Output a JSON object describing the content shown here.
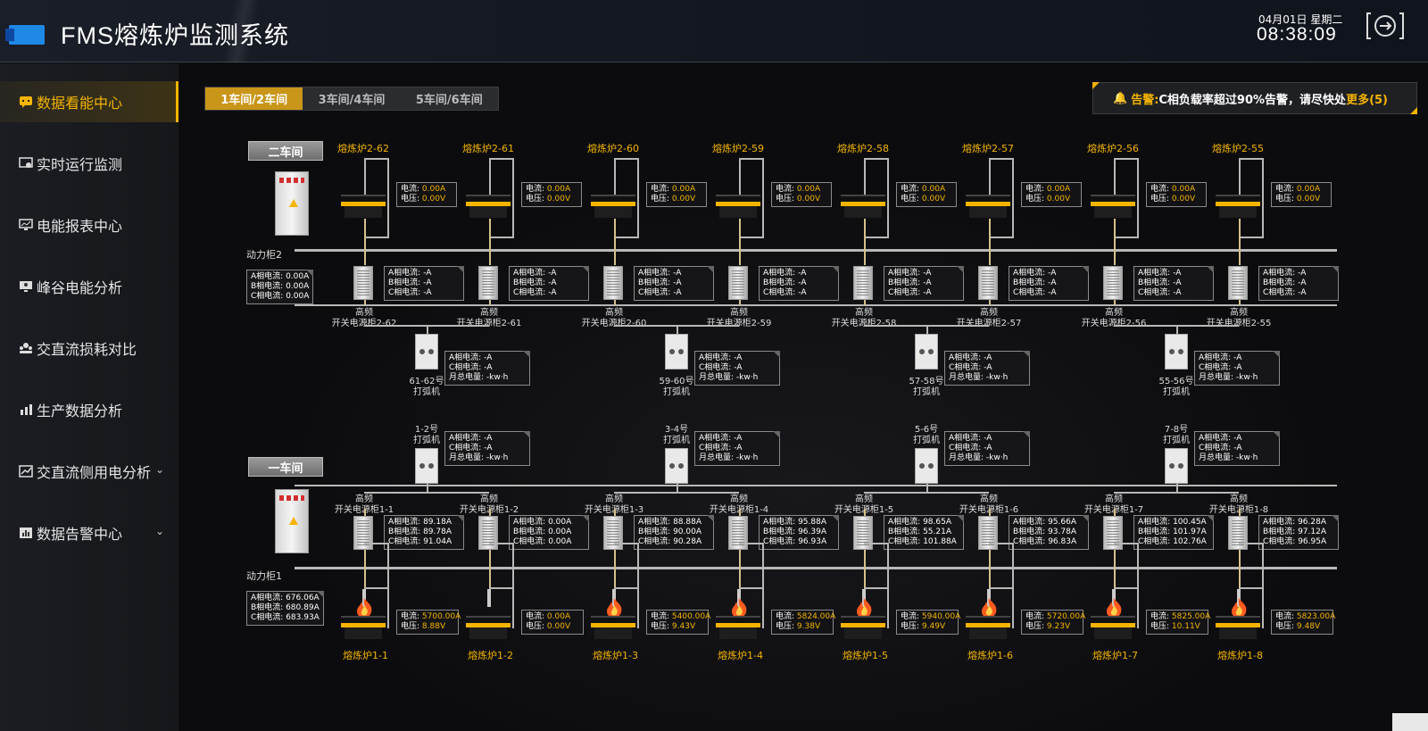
{
  "header": {
    "title": "FMS熔炼炉监测系统",
    "date": "04月01日 星期二",
    "time": "08:38:09"
  },
  "sidebar": {
    "items": [
      {
        "label": "数据看能中心",
        "icon": "chat-icon",
        "active": true
      },
      {
        "label": "实时运行监测",
        "icon": "monitor-gauge-icon"
      },
      {
        "label": "电能报表中心",
        "icon": "monitor-chart-icon"
      },
      {
        "label": "峰谷电能分析",
        "icon": "monitor-user-icon"
      },
      {
        "label": "交直流损耗对比",
        "icon": "users-icon"
      },
      {
        "label": "生产数据分析",
        "icon": "bar-chart-icon"
      },
      {
        "label": "交直流侧用电分析",
        "icon": "line-chart-icon",
        "expandable": true
      },
      {
        "label": "数据告警中心",
        "icon": "alarm-chart-icon",
        "expandable": true
      }
    ]
  },
  "tabs": [
    "1车间/2车间",
    "3车间/4车间",
    "5车间/6车间"
  ],
  "alert": {
    "label": "告警:",
    "message": "C相负载率超过90%告警，请尽快处",
    "more": "更多(5)"
  },
  "workshop2": {
    "name": "二车间",
    "cabinet": "动力柜2",
    "cabinet_readings": {
      "a_label": "A相电流: ",
      "a": "0.00A",
      "b_label": "B相电流: ",
      "b": "0.00A",
      "c_label": "C相电流: ",
      "c": "0.00A"
    },
    "furnaces": [
      {
        "name": "熔炼炉2-62",
        "current_label": "电流: ",
        "current": "0.00A",
        "voltage_label": "电压: ",
        "voltage": "0.00V",
        "cab_line1": "高频",
        "cab_line2": "开关电源柜2-62"
      },
      {
        "name": "熔炼炉2-61",
        "current_label": "电流: ",
        "current": "0.00A",
        "voltage_label": "电压: ",
        "voltage": "0.00V",
        "cab_line1": "高频",
        "cab_line2": "开关电源柜2-61"
      },
      {
        "name": "熔炼炉2-60",
        "current_label": "电流: ",
        "current": "0.00A",
        "voltage_label": "电压: ",
        "voltage": "0.00V",
        "cab_line1": "高频",
        "cab_line2": "开关电源柜2-60"
      },
      {
        "name": "熔炼炉2-59",
        "current_label": "电流: ",
        "current": "0.00A",
        "voltage_label": "电压: ",
        "voltage": "0.00V",
        "cab_line1": "高频",
        "cab_line2": "开关电源柜2-59"
      },
      {
        "name": "熔炼炉2-58",
        "current_label": "电流: ",
        "current": "0.00A",
        "voltage_label": "电压: ",
        "voltage": "0.00V",
        "cab_line1": "高频",
        "cab_line2": "开关电源柜2-58"
      },
      {
        "name": "熔炼炉2-57",
        "current_label": "电流: ",
        "current": "0.00A",
        "voltage_label": "电压: ",
        "voltage": "0.00V",
        "cab_line1": "高频",
        "cab_line2": "开关电源柜2-57"
      },
      {
        "name": "熔炼炉2-56",
        "current_label": "电流: ",
        "current": "0.00A",
        "voltage_label": "电压: ",
        "voltage": "0.00V",
        "cab_line1": "高频",
        "cab_line2": "开关电源柜2-56"
      },
      {
        "name": "熔炼炉2-55",
        "current_label": "电流: ",
        "current": "0.00A",
        "voltage_label": "电压: ",
        "voltage": "0.00V",
        "cab_line1": "高频",
        "cab_line2": "开关电源柜2-55"
      }
    ],
    "phase_boxes": [
      {
        "a_label": "A相电流: ",
        "a": "-A",
        "b_label": "B相电流: ",
        "b": "-A",
        "c_label": "C相电流: ",
        "c": "-A"
      },
      {
        "a_label": "A相电流: ",
        "a": "-A",
        "b_label": "B相电流: ",
        "b": "-A",
        "c_label": "C相电流: ",
        "c": "-A"
      },
      {
        "a_label": "A相电流: ",
        "a": "-A",
        "b_label": "B相电流: ",
        "b": "-A",
        "c_label": "C相电流: ",
        "c": "-A"
      },
      {
        "a_label": "A相电流: ",
        "a": "-A",
        "b_label": "B相电流: ",
        "b": "-A",
        "c_label": "C相电流: ",
        "c": "-A"
      },
      {
        "a_label": "A相电流: ",
        "a": "-A",
        "b_label": "B相电流: ",
        "b": "-A",
        "c_label": "C相电流: ",
        "c": "-A"
      },
      {
        "a_label": "A相电流: ",
        "a": "-A",
        "b_label": "B相电流: ",
        "b": "-A",
        "c_label": "C相电流: ",
        "c": "-A"
      },
      {
        "a_label": "A相电流: ",
        "a": "-A",
        "b_label": "B相电流: ",
        "b": "-A",
        "c_label": "C相电流: ",
        "c": "-A"
      },
      {
        "a_label": "A相电流: ",
        "a": "-A",
        "b_label": "B相电流: ",
        "b": "-A",
        "c_label": "C相电流: ",
        "c": "-A"
      }
    ],
    "arc_welders": [
      {
        "line1": "61-62号",
        "line2": "打弧机",
        "a_label": "A相电流: ",
        "a": "-A",
        "c_label": "C相电流: ",
        "c": "-A",
        "e_label": "月总电量: ",
        "e": "-kw·h"
      },
      {
        "line1": "59-60号",
        "line2": "打弧机",
        "a_label": "A相电流: ",
        "a": "-A",
        "c_label": "C相电流: ",
        "c": "-A",
        "e_label": "月总电量: ",
        "e": "-kw·h"
      },
      {
        "line1": "57-58号",
        "line2": "打弧机",
        "a_label": "A相电流: ",
        "a": "-A",
        "c_label": "C相电流: ",
        "c": "-A",
        "e_label": "月总电量: ",
        "e": "-kw·h"
      },
      {
        "line1": "55-56号",
        "line2": "打弧机",
        "a_label": "A相电流: ",
        "a": "-A",
        "c_label": "C相电流: ",
        "c": "-A",
        "e_label": "月总电量: ",
        "e": "-kw·h"
      }
    ]
  },
  "workshop1": {
    "name": "一车间",
    "cabinet": "动力柜1",
    "cabinet_readings": {
      "a_label": "A相电流: ",
      "a": "676.06A",
      "b_label": "B相电流: ",
      "b": "680.89A",
      "c_label": "C相电流: ",
      "c": "683.93A"
    },
    "arc_welders": [
      {
        "line1": "1-2号",
        "line2": "打弧机",
        "a_label": "A相电流: ",
        "a": "-A",
        "c_label": "C相电流: ",
        "c": "-A",
        "e_label": "月总电量: ",
        "e": "-kw·h"
      },
      {
        "line1": "3-4号",
        "line2": "打弧机",
        "a_label": "A相电流: ",
        "a": "-A",
        "c_label": "C相电流: ",
        "c": "-A",
        "e_label": "月总电量: ",
        "e": "-kw·h"
      },
      {
        "line1": "5-6号",
        "line2": "打弧机",
        "a_label": "A相电流: ",
        "a": "-A",
        "c_label": "C相电流: ",
        "c": "-A",
        "e_label": "月总电量: ",
        "e": "-kw·h"
      },
      {
        "line1": "7-8号",
        "line2": "打弧机",
        "a_label": "A相电流: ",
        "a": "-A",
        "c_label": "C相电流: ",
        "c": "-A",
        "e_label": "月总电量: ",
        "e": "-kw·h"
      }
    ],
    "phase_boxes": [
      {
        "cab_line1": "高频",
        "cab_line2": "开关电源柜1-1",
        "a_label": "A相电流: ",
        "a": "89.18A",
        "b_label": "B相电流: ",
        "b": "89.78A",
        "c_label": "C相电流: ",
        "c": "91.04A"
      },
      {
        "cab_line1": "高频",
        "cab_line2": "开关电源柜1-2",
        "a_label": "A相电流: ",
        "a": "0.00A",
        "b_label": "B相电流: ",
        "b": "0.00A",
        "c_label": "C相电流: ",
        "c": "0.00A"
      },
      {
        "cab_line1": "高频",
        "cab_line2": "开关电源柜1-3",
        "a_label": "A相电流: ",
        "a": "88.88A",
        "b_label": "B相电流: ",
        "b": "90.00A",
        "c_label": "C相电流: ",
        "c": "90.28A"
      },
      {
        "cab_line1": "高频",
        "cab_line2": "开关电源柜1-4",
        "a_label": "A相电流: ",
        "a": "95.88A",
        "b_label": "B相电流: ",
        "b": "96.39A",
        "c_label": "C相电流: ",
        "c": "96.93A"
      },
      {
        "cab_line1": "高频",
        "cab_line2": "开关电源柜1-5",
        "a_label": "A相电流: ",
        "a": "98.65A",
        "b_label": "B相电流: ",
        "b": "55.21A",
        "c_label": "C相电流: ",
        "c": "101.88A"
      },
      {
        "cab_line1": "高频",
        "cab_line2": "开关电源柜1-6",
        "a_label": "A相电流: ",
        "a": "95.66A",
        "b_label": "B相电流: ",
        "b": "93.78A",
        "c_label": "C相电流: ",
        "c": "96.83A"
      },
      {
        "cab_line1": "高频",
        "cab_line2": "开关电源柜1-7",
        "a_label": "A相电流: ",
        "a": "100.45A",
        "b_label": "B相电流: ",
        "b": "101.97A",
        "c_label": "C相电流: ",
        "c": "102.76A"
      },
      {
        "cab_line1": "高频",
        "cab_line2": "开关电源柜1-8",
        "a_label": "A相电流: ",
        "a": "96.28A",
        "b_label": "B相电流: ",
        "b": "97.12A",
        "c_label": "C相电流: ",
        "c": "96.95A"
      }
    ],
    "furnaces": [
      {
        "name": "熔炼炉1-1",
        "current_label": "电流: ",
        "current": "5700.00A",
        "voltage_label": "电压: ",
        "voltage": "8.88V",
        "burning": true
      },
      {
        "name": "熔炼炉1-2",
        "current_label": "电流: ",
        "current": "0.00A",
        "voltage_label": "电压: ",
        "voltage": "0.00V",
        "burning": false
      },
      {
        "name": "熔炼炉1-3",
        "current_label": "电流: ",
        "current": "5400.00A",
        "voltage_label": "电压: ",
        "voltage": "9.43V",
        "burning": true
      },
      {
        "name": "熔炼炉1-4",
        "current_label": "电流: ",
        "current": "5824.00A",
        "voltage_label": "电压: ",
        "voltage": "9.38V",
        "burning": true
      },
      {
        "name": "熔炼炉1-5",
        "current_label": "电流: ",
        "current": "5940.00A",
        "voltage_label": "电压: ",
        "voltage": "9.49V",
        "burning": true
      },
      {
        "name": "熔炼炉1-6",
        "current_label": "电流: ",
        "current": "5720.00A",
        "voltage_label": "电压: ",
        "voltage": "9.23V",
        "burning": true
      },
      {
        "name": "熔炼炉1-7",
        "current_label": "电流: ",
        "current": "5825.00A",
        "voltage_label": "电压: ",
        "voltage": "10.11V",
        "burning": true
      },
      {
        "name": "熔炼炉1-8",
        "current_label": "电流: ",
        "current": "5823.00A",
        "voltage_label": "电压: ",
        "voltage": "9.48V",
        "burning": true
      }
    ]
  }
}
